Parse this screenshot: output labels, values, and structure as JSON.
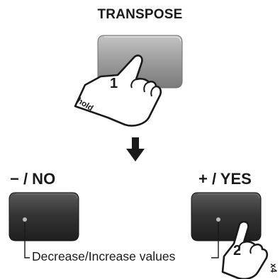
{
  "transpose": {
    "label": "TRANSPOSE",
    "step": "1",
    "action": "hold"
  },
  "minus_no": {
    "label": "− / NO"
  },
  "plus_yes": {
    "label": "+ / YES",
    "step": "2",
    "repeat": "x4"
  },
  "caption": "Decrease/Increase values",
  "colors": {
    "button_light": "#9a9a9a",
    "button_dark": "#2e2e2e",
    "arrow": "#1a1a1a",
    "text": "#1a1a1a"
  }
}
